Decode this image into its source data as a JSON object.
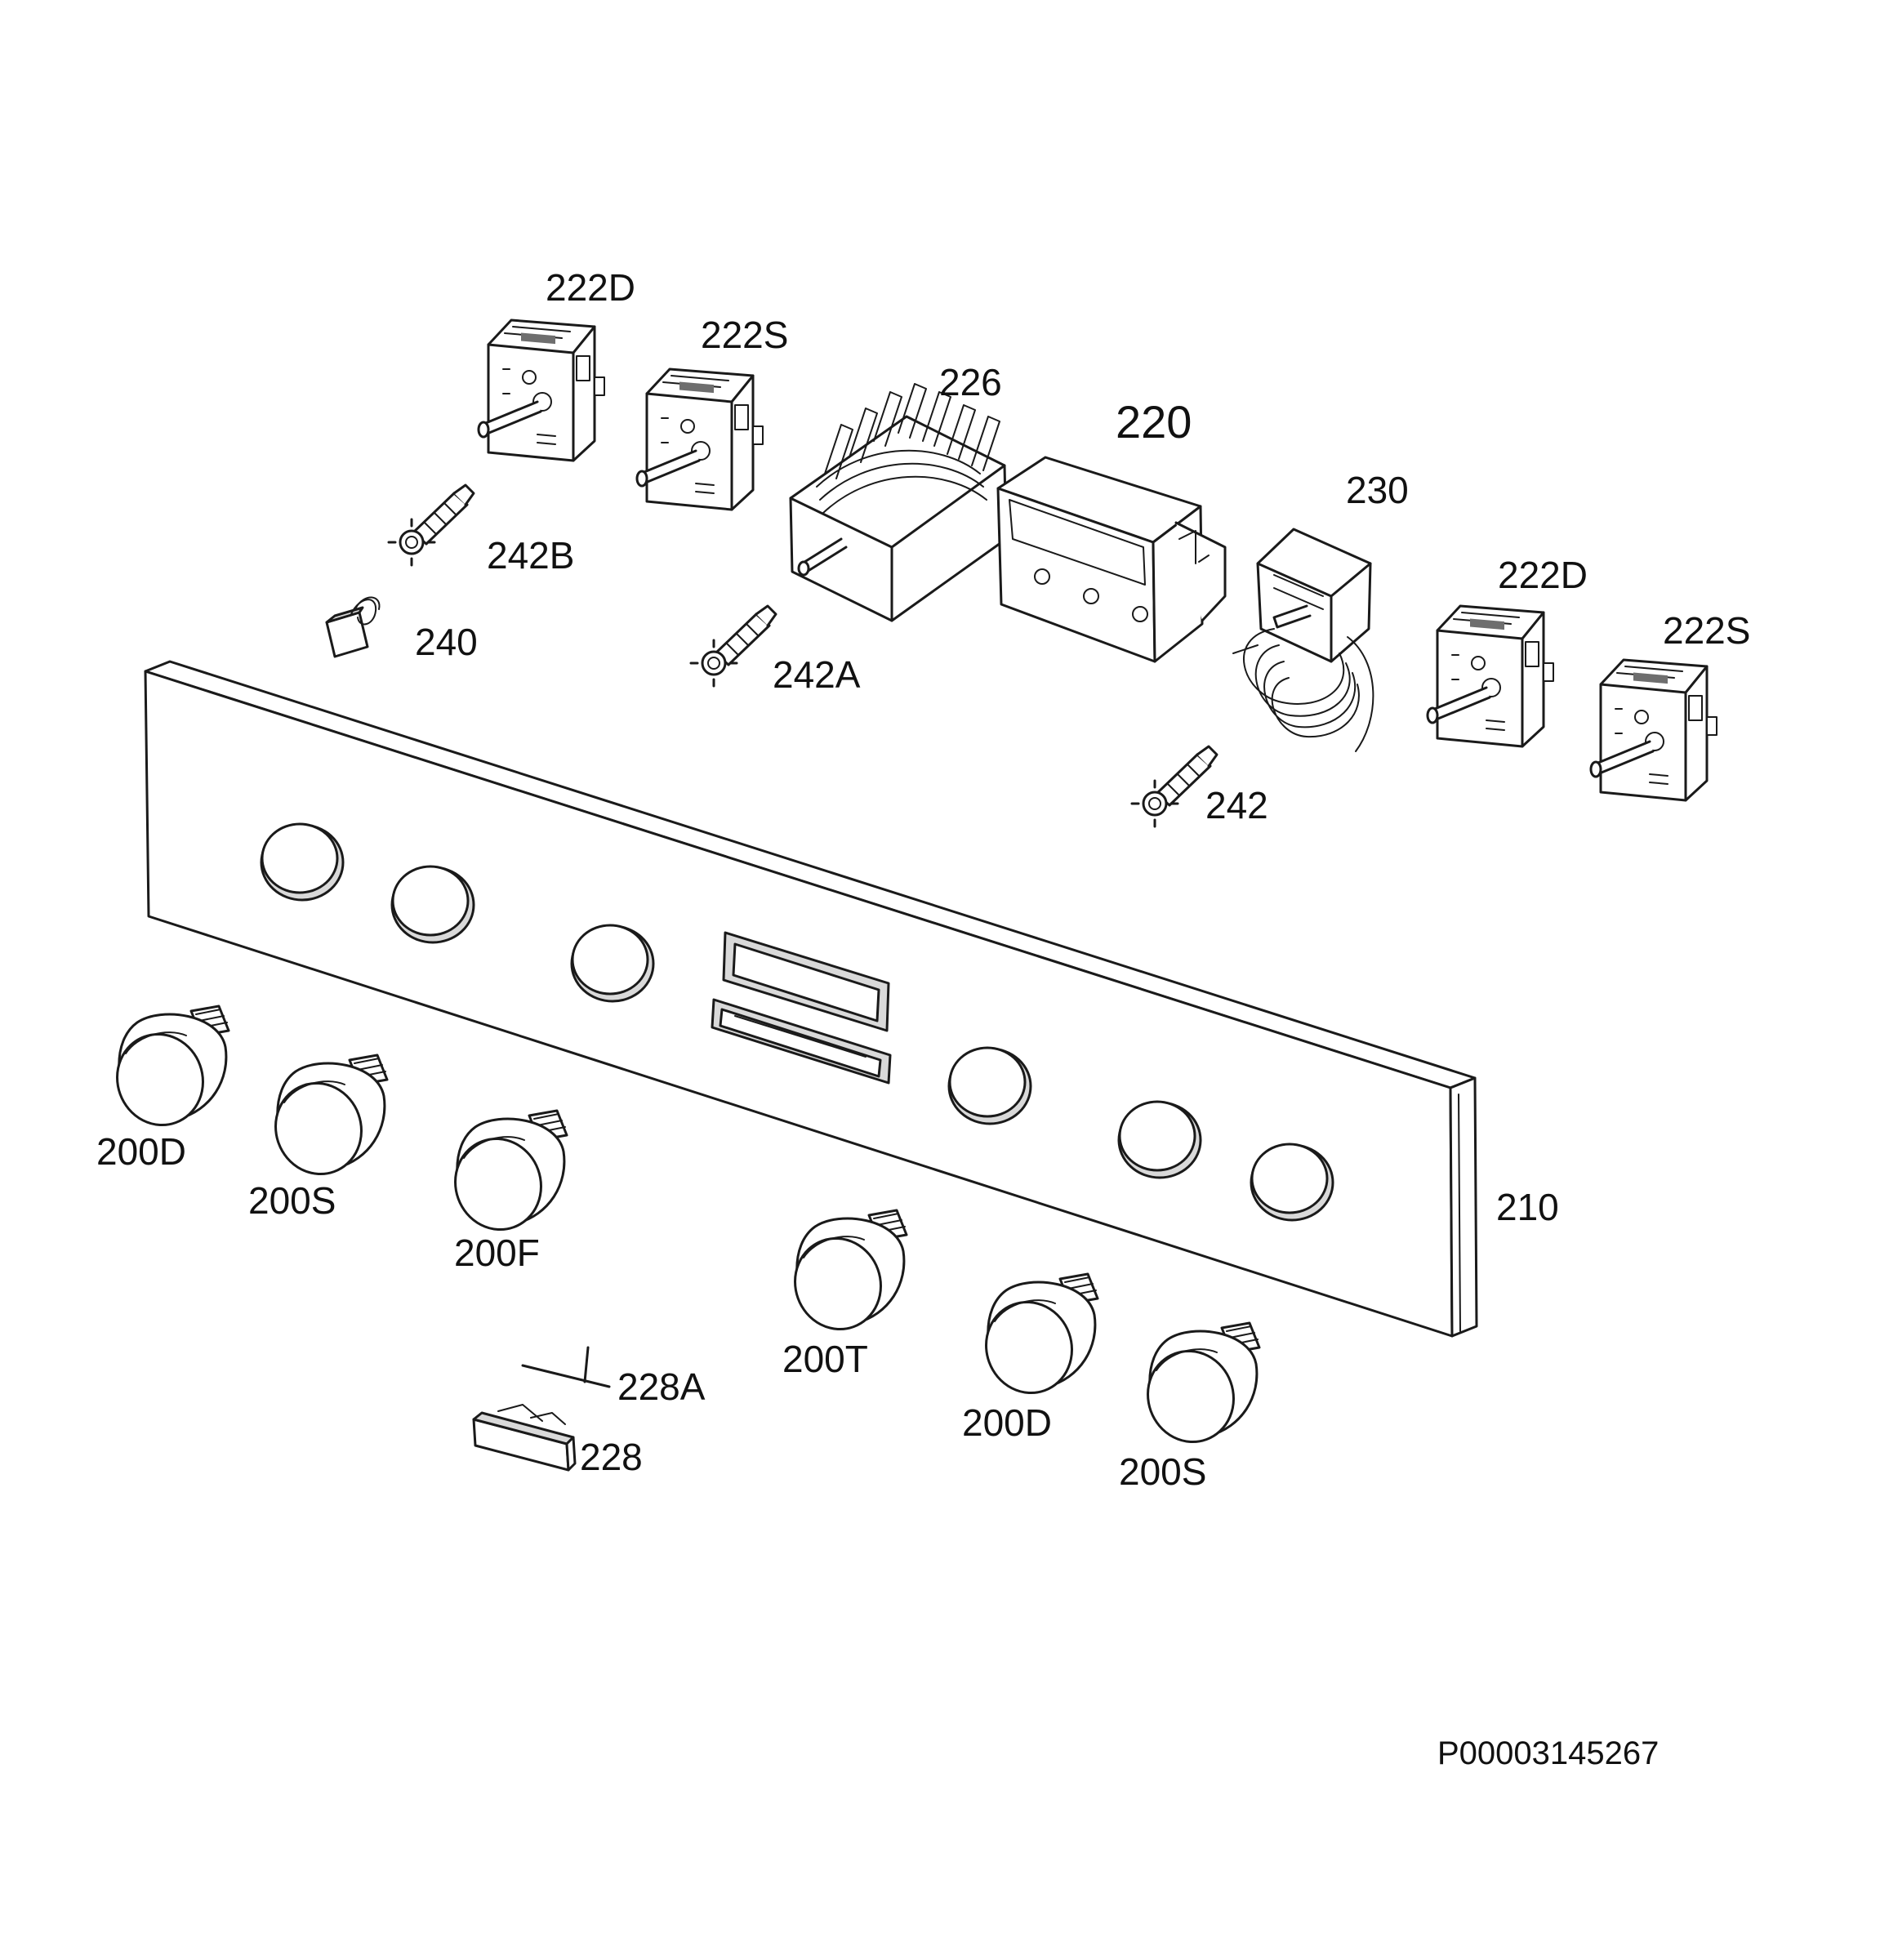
{
  "document_id": "P00003145267",
  "labels": {
    "top_switch_d": "222D",
    "top_switch_s": "222S",
    "selector_226": "226",
    "programmer_220": "220",
    "thermostat_230": "230",
    "right_switch_d": "222D",
    "right_switch_s": "222S",
    "lamp_242b": "242B",
    "lamp_240": "240",
    "lamp_242a": "242A",
    "lamp_242": "242",
    "panel_210": "210",
    "knob_200d_a": "200D",
    "knob_200s_a": "200S",
    "knob_200f": "200F",
    "knob_200t": "200T",
    "knob_200d_b": "200D",
    "knob_200s_b": "200S",
    "pin_228a": "228A",
    "button_228": "228"
  }
}
